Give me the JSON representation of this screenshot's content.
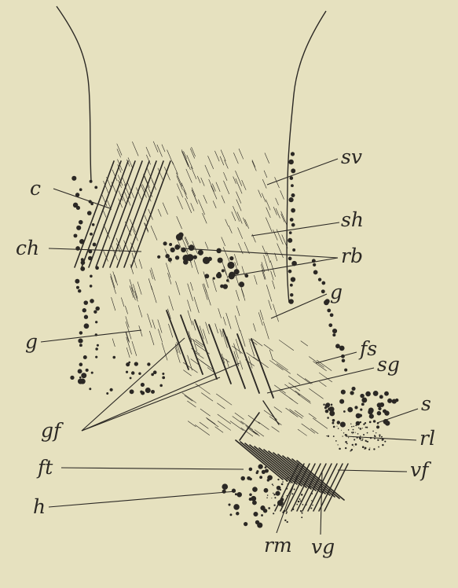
{
  "colors": {
    "paper": "#e6e1bf",
    "ink": "#2b2824"
  },
  "labels": {
    "c_top": "c",
    "ch_left": "ch",
    "g_left": "g",
    "gf": "gf",
    "ft": "ft",
    "h": "h",
    "sv": "sv",
    "sh": "sh",
    "rb": "rb",
    "g_right": "g",
    "fs": "fs",
    "sg": "sg",
    "s": "s",
    "rl": "rl",
    "vf": "vf",
    "rm": "rm",
    "vg": "vg"
  }
}
